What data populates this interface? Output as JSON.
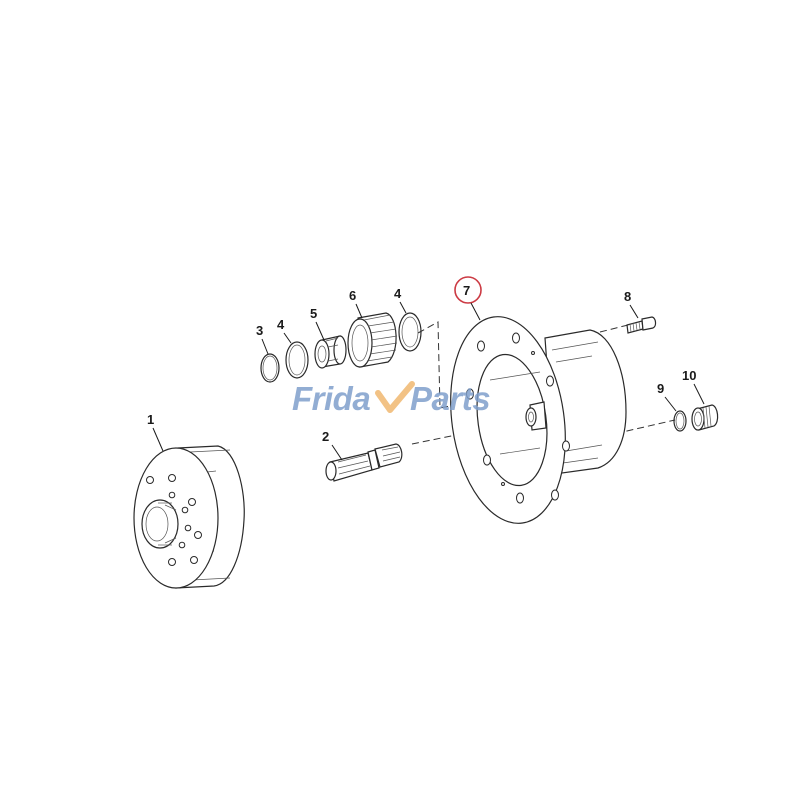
{
  "diagram": {
    "type": "exploded-parts-view",
    "highlighted_callout": "7",
    "highlight_color": "#cc3b44",
    "callouts": [
      {
        "id": "1",
        "label": "1",
        "part": "planetary carrier with spline hub"
      },
      {
        "id": "2",
        "label": "2",
        "part": "splined shaft"
      },
      {
        "id": "3",
        "label": "3",
        "part": "snap ring"
      },
      {
        "id": "4a",
        "label": "4",
        "part": "thrust washer"
      },
      {
        "id": "5",
        "label": "5",
        "part": "roller bearing cone"
      },
      {
        "id": "6",
        "label": "6",
        "part": "bearing cup / gear"
      },
      {
        "id": "4b",
        "label": "4",
        "part": "thrust washer"
      },
      {
        "id": "7",
        "label": "7",
        "part": "wheel hub housing"
      },
      {
        "id": "8",
        "label": "8",
        "part": "bolt"
      },
      {
        "id": "9",
        "label": "9",
        "part": "o-ring"
      },
      {
        "id": "10",
        "label": "10",
        "part": "plug"
      }
    ]
  },
  "watermark": {
    "part1": "Frida",
    "check": "y",
    "part2": "Parts",
    "text_color": "#7f9fcc",
    "check_color": "#f0b870"
  }
}
